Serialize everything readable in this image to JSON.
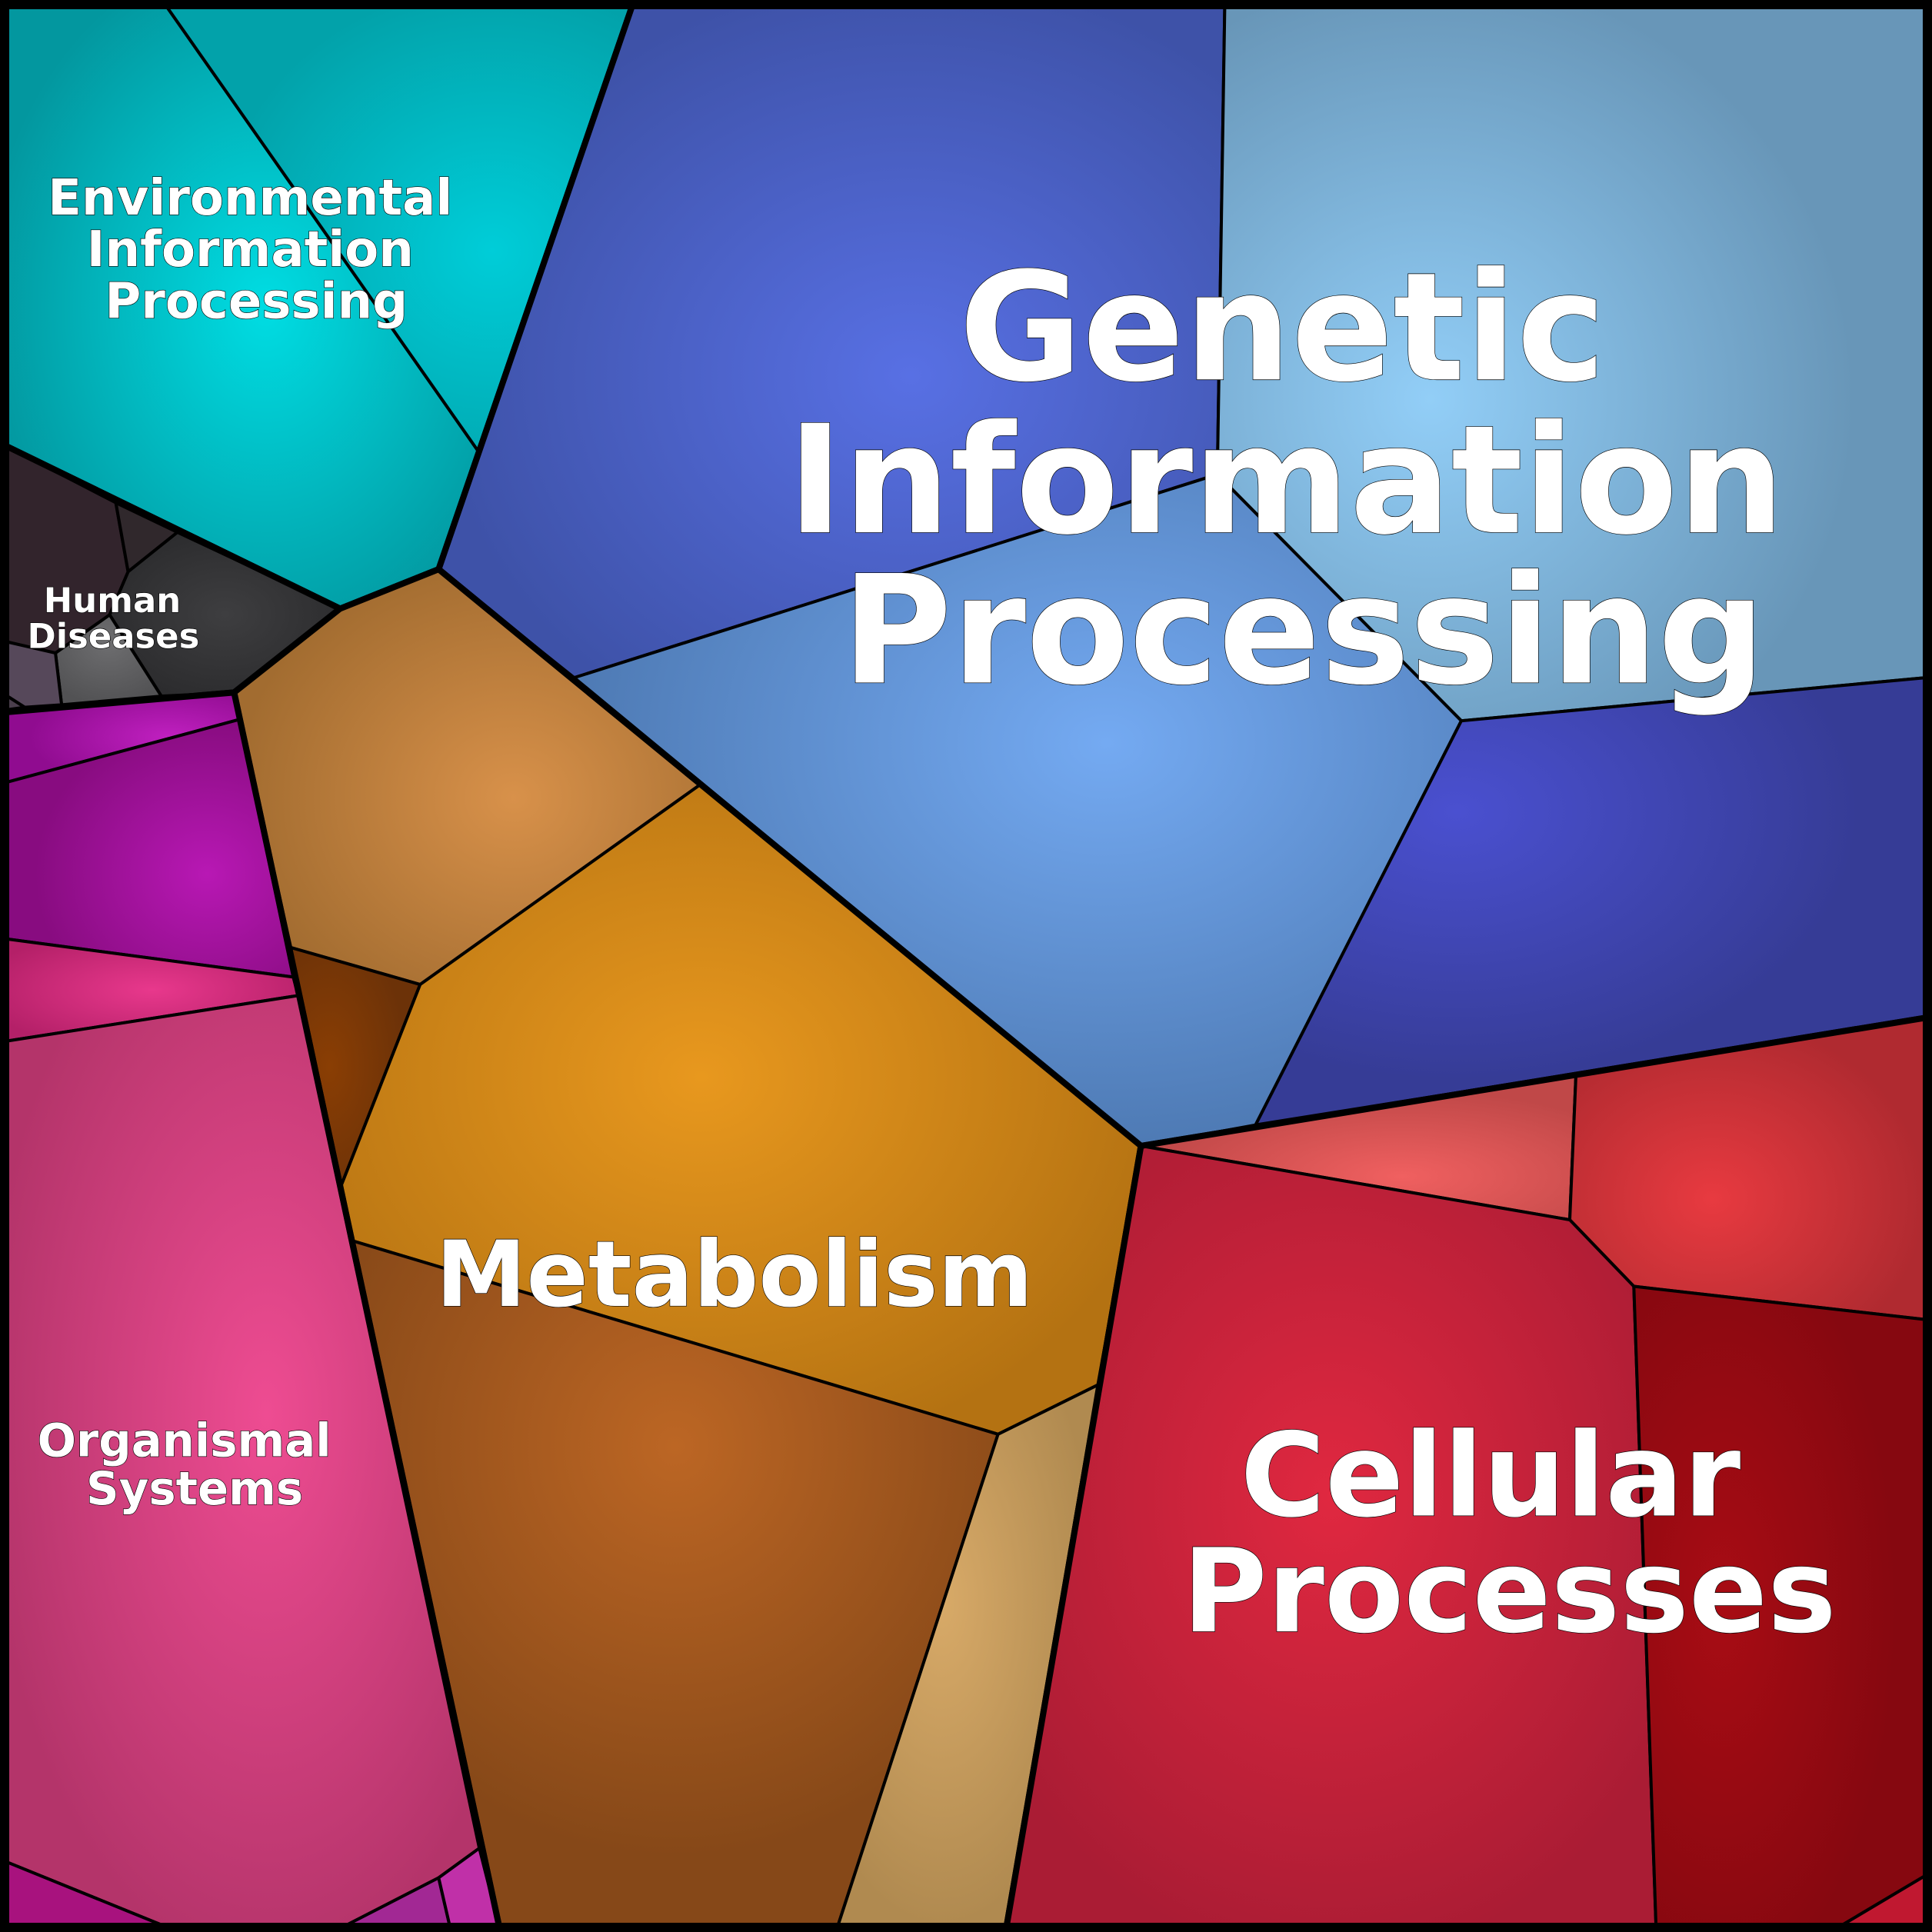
{
  "chart_data": {
    "type": "voronoi-treemap",
    "title": "",
    "categories": [
      {
        "name": "Genetic Information Processing",
        "lines": [
          "Genetic",
          "Information",
          "Processing"
        ],
        "color": "#4a64d8",
        "cells": 4
      },
      {
        "name": "Metabolism",
        "lines": [
          "Metabolism"
        ],
        "color": "#e0941e",
        "cells": 5
      },
      {
        "name": "Cellular Processes",
        "lines": [
          "Cellular",
          "Processes"
        ],
        "color": "#d02040",
        "cells": 5
      },
      {
        "name": "Organismal Systems",
        "lines": [
          "Organismal",
          "Systems"
        ],
        "color": "#e84c90",
        "cells": 7
      },
      {
        "name": "Environmental Information Processing",
        "lines": [
          "Environmental",
          "Information",
          "Processing"
        ],
        "color": "#00c8d0",
        "cells": 2
      },
      {
        "name": "Human Diseases",
        "lines": [
          "Human",
          "Diseases"
        ],
        "color": "#3a3a3c",
        "cells": 6
      }
    ]
  }
}
